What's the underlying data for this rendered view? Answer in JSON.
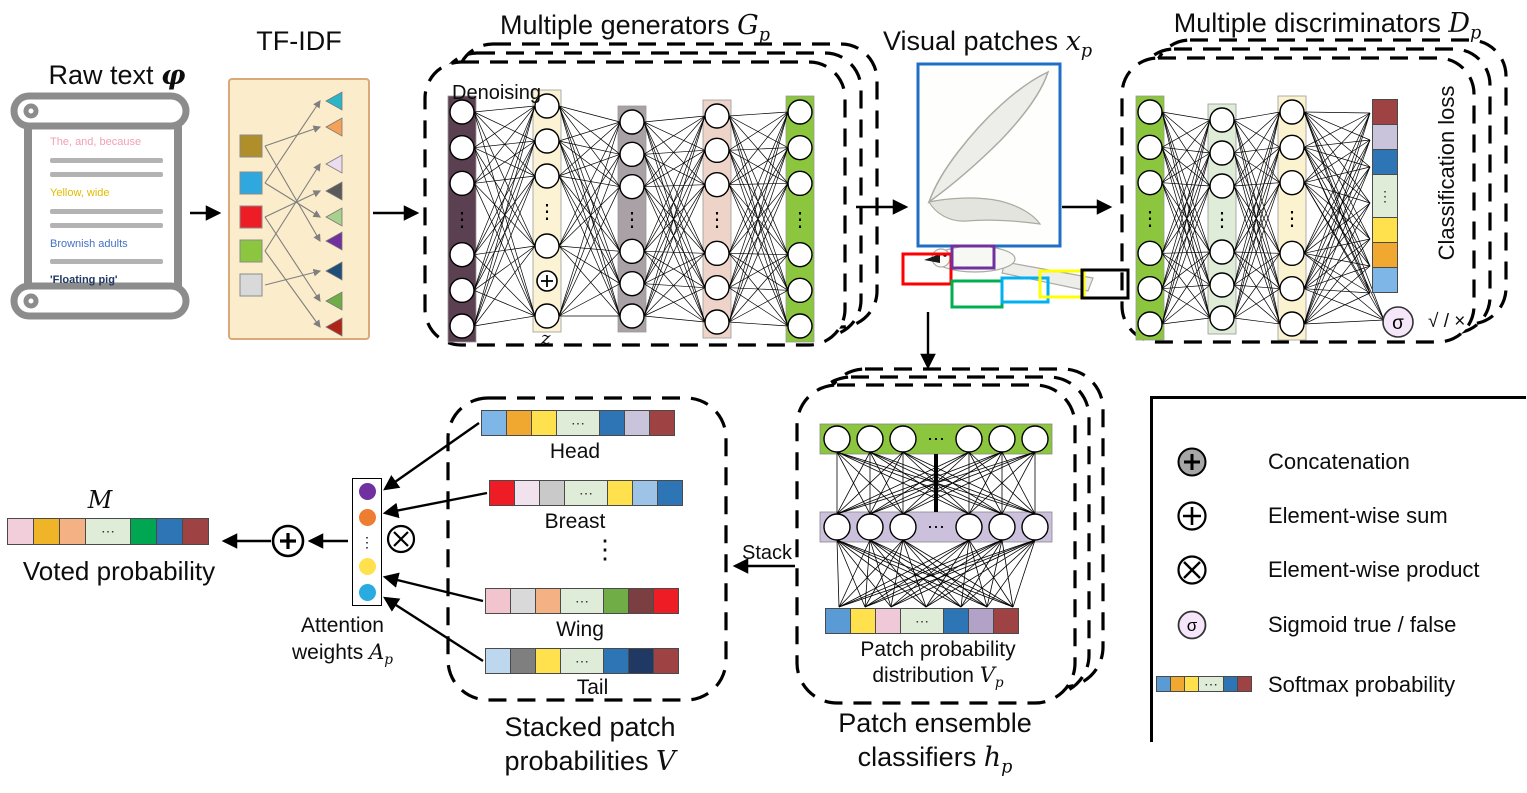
{
  "labels": {
    "raw_text": {
      "text": "Raw text ",
      "math": "φ"
    },
    "tfidf_title": "TF-IDF",
    "generators_title": {
      "text": "Multiple generators ",
      "math": "G",
      "sub": "p"
    },
    "denoising": "Denoising",
    "z": "z",
    "visual_patches": {
      "text": "Visual patches ",
      "math": "x",
      "sub": "p"
    },
    "discriminators_title": {
      "text": "Multiple discriminators ",
      "math": "D",
      "sub": "p"
    },
    "classification_loss": "Classification loss",
    "sigma": "σ",
    "check_cross": "√ / ×",
    "stack": "Stack",
    "patch_probability_line1": "Patch probability",
    "patch_probability_line2": {
      "text": "distribution ",
      "math": "V",
      "sub": "p"
    },
    "ensemble_line1": "Patch ensemble",
    "ensemble_line2": {
      "text": "classifiers  ",
      "math": "h",
      "sub": "p"
    },
    "stacked_line1": "Stacked patch",
    "stacked_line2": {
      "text": "probabilities ",
      "math": "V"
    },
    "head": "Head",
    "breast": "Breast",
    "wing": "Wing",
    "tail": "Tail",
    "attention_line1": "Attention",
    "attention_line2": {
      "text": "weights ",
      "math": "A",
      "sub": "p"
    },
    "m": "M",
    "voted_probability": "Voted probability",
    "hdots": "⋯",
    "vdots": "⋮"
  },
  "scroll": {
    "items": [
      {
        "type": "text",
        "text": "The, and, because",
        "color": "#F2A0B5",
        "bold": false
      },
      {
        "type": "bar"
      },
      {
        "type": "bar"
      },
      {
        "type": "text",
        "text": "Yellow, wide",
        "color": "#E0BC00",
        "bold": false
      },
      {
        "type": "bar"
      },
      {
        "type": "bar"
      },
      {
        "type": "text",
        "text": "Brownish adults",
        "color": "#4472C4",
        "bold": false
      },
      {
        "type": "bar"
      },
      {
        "type": "text",
        "text": "'Floating pig'",
        "color": "#1F3864",
        "bold": true
      }
    ]
  },
  "tfidf": {
    "squares": [
      "#B08E2A",
      "#2FA8E0",
      "#EE1C25",
      "#8CC63E",
      "#D9D9D9"
    ],
    "triangles": [
      "#2BB5C9",
      "#F4A259",
      "#EBDCEF",
      "#5A5A5A",
      "#A9D18E",
      "#7030A0",
      "#1F4E79",
      "#70AD47",
      "#B02418"
    ],
    "arrows": [
      [
        0,
        1
      ],
      [
        0,
        5
      ],
      [
        1,
        0
      ],
      [
        1,
        4
      ],
      [
        2,
        3
      ],
      [
        2,
        7
      ],
      [
        3,
        2
      ],
      [
        3,
        8
      ],
      [
        4,
        6
      ]
    ]
  },
  "patch_boxes": [
    "#FF0000",
    "#7030A0",
    "#00B050",
    "#00B0F0",
    "#FFFF00",
    "#000000"
  ],
  "bars": {
    "head": [
      "#7EB6E8",
      "#F0A830",
      "#FFE14D",
      "dots",
      "#2E75B6",
      "#C9C3DC",
      "#9E4244"
    ],
    "breast": [
      "#EE1C25",
      "#F2E2EE",
      "#C9C9C9",
      "dots",
      "#FFE14D",
      "#9DC3E6",
      "#2E75B6"
    ],
    "wing": [
      "#F2C4CE",
      "#D9D9D9",
      "#F4B183",
      "dots",
      "#70AD47",
      "#7B3F42",
      "#EE1C25"
    ],
    "tail": [
      "#BDD7EE",
      "#7F7F7F",
      "#FFE14D",
      "dots",
      "#2E75B6",
      "#1F3864",
      "#9E4244"
    ],
    "voted": [
      "#F2CEDB",
      "#F0B429",
      "#F4B183",
      "dots",
      "#00A651",
      "#2E75B6",
      "#9E4244"
    ],
    "classifier": [
      "#5B9BD5",
      "#FFE14D",
      "#F0C9D8",
      "dots",
      "#2E75B6",
      "#B3A2C7",
      "#9E4244"
    ],
    "discriminator": [
      "#9E4244",
      "#C9C3DC",
      "#2E75B6",
      "dots",
      "#FFE14D",
      "#F0A830",
      "#7EB6E8"
    ],
    "legend": [
      "#5B9BD5",
      "#F0A830",
      "#FFE14D",
      "dots",
      "#2E75B6",
      "#9E4244"
    ]
  },
  "attention_circles": [
    "#7030A0",
    "#ED7D31",
    "dots",
    "#FFE14D",
    "#29ABE2"
  ],
  "networks": {
    "generator_layers": [
      "#5A4050",
      "#FCF3D5",
      "#A9A1A5",
      "#EDD3C8",
      "#8CC63E"
    ],
    "discriminator_layers": [
      "#8CC63E",
      "#DFECD8",
      "#FBF2D0"
    ],
    "classifier_rows": [
      "#8CC63E",
      "#CCC1DD"
    ]
  },
  "legend": {
    "items": [
      {
        "label": "Concatenation"
      },
      {
        "label": "Element-wise sum"
      },
      {
        "label": "Element-wise product"
      },
      {
        "label": "Sigmoid true / false"
      },
      {
        "label": "Softmax probability"
      }
    ]
  },
  "colors": {
    "dots_bg": "#DFECD8",
    "scroll_gray": "#8C8C8C",
    "tfidf_box_bg": "#FBEDCB",
    "tfidf_box_border": "#D9A97A",
    "patch_main_box": "#1F6FC4",
    "sigma_fill": "#F6E6F9",
    "concat_fill": "#A6A6A6"
  }
}
